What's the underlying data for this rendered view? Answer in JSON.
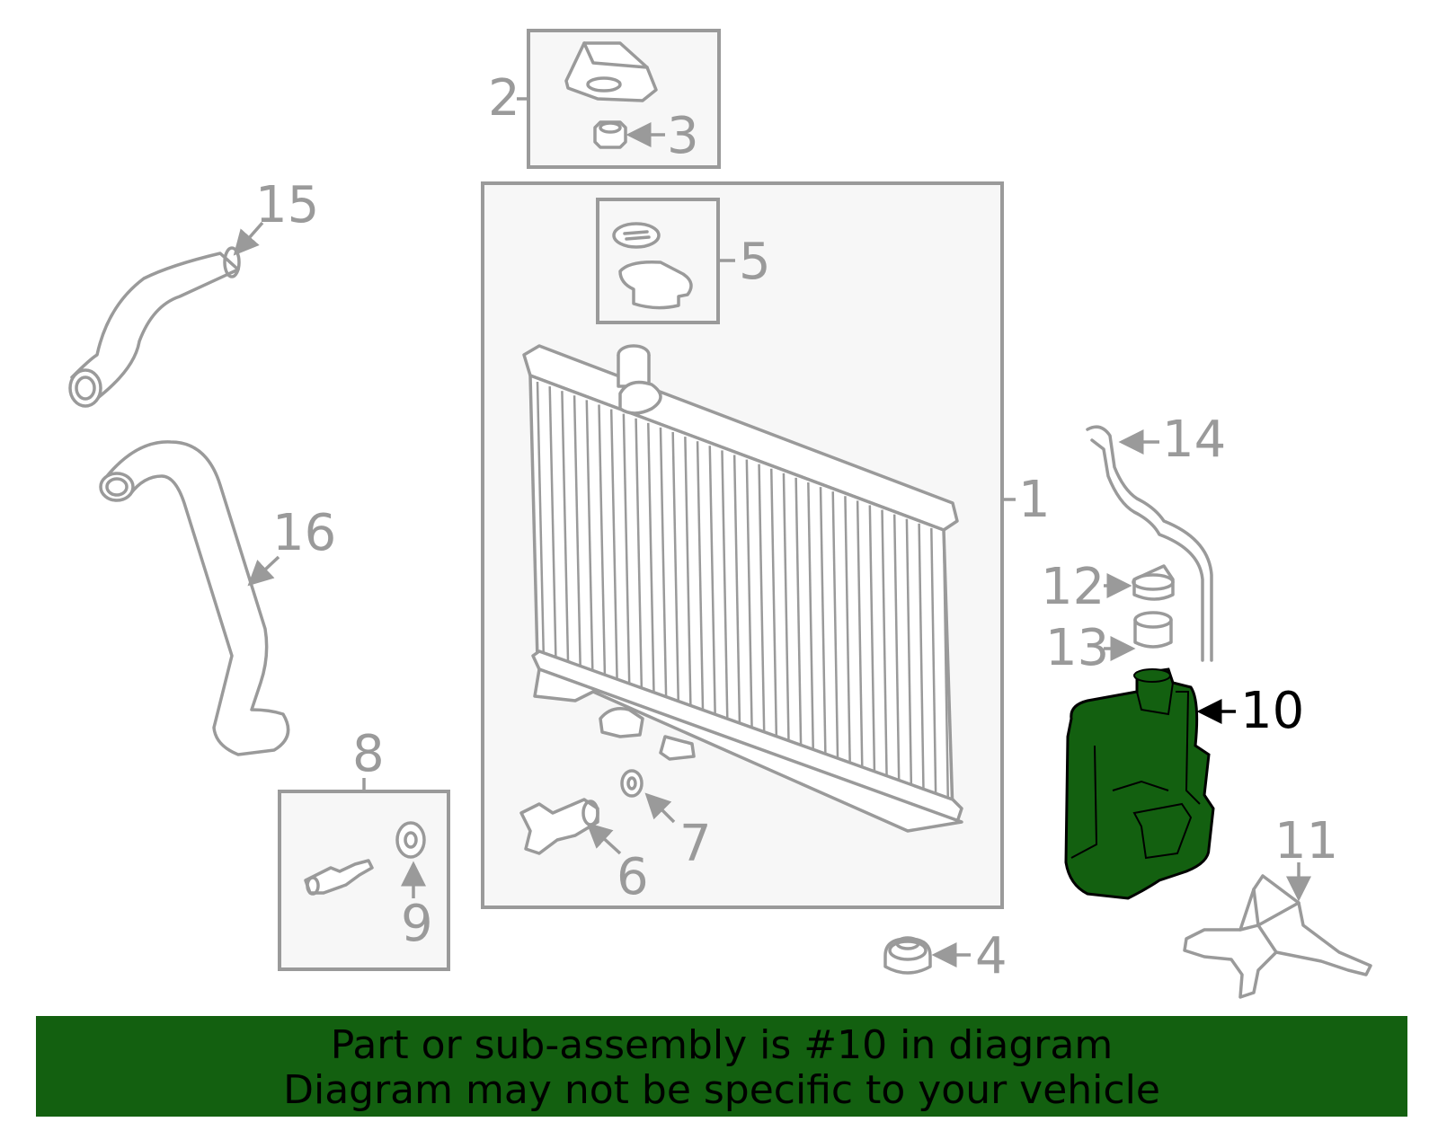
{
  "callouts": {
    "n1": "1",
    "n2": "2",
    "n3": "3",
    "n4": "4",
    "n5": "5",
    "n6": "6",
    "n7": "7",
    "n8": "8",
    "n9": "9",
    "n10": "10",
    "n11": "11",
    "n12": "12",
    "n13": "13",
    "n14": "14",
    "n15": "15",
    "n16": "16"
  },
  "highlighted_part": "10",
  "colors": {
    "highlight": "#136010",
    "line": "#9a9a9a",
    "box_fill": "#f7f7f7"
  },
  "banner": {
    "line1": "Part or sub-assembly is #10 in diagram",
    "line2": "Diagram may not be specific to your vehicle"
  }
}
